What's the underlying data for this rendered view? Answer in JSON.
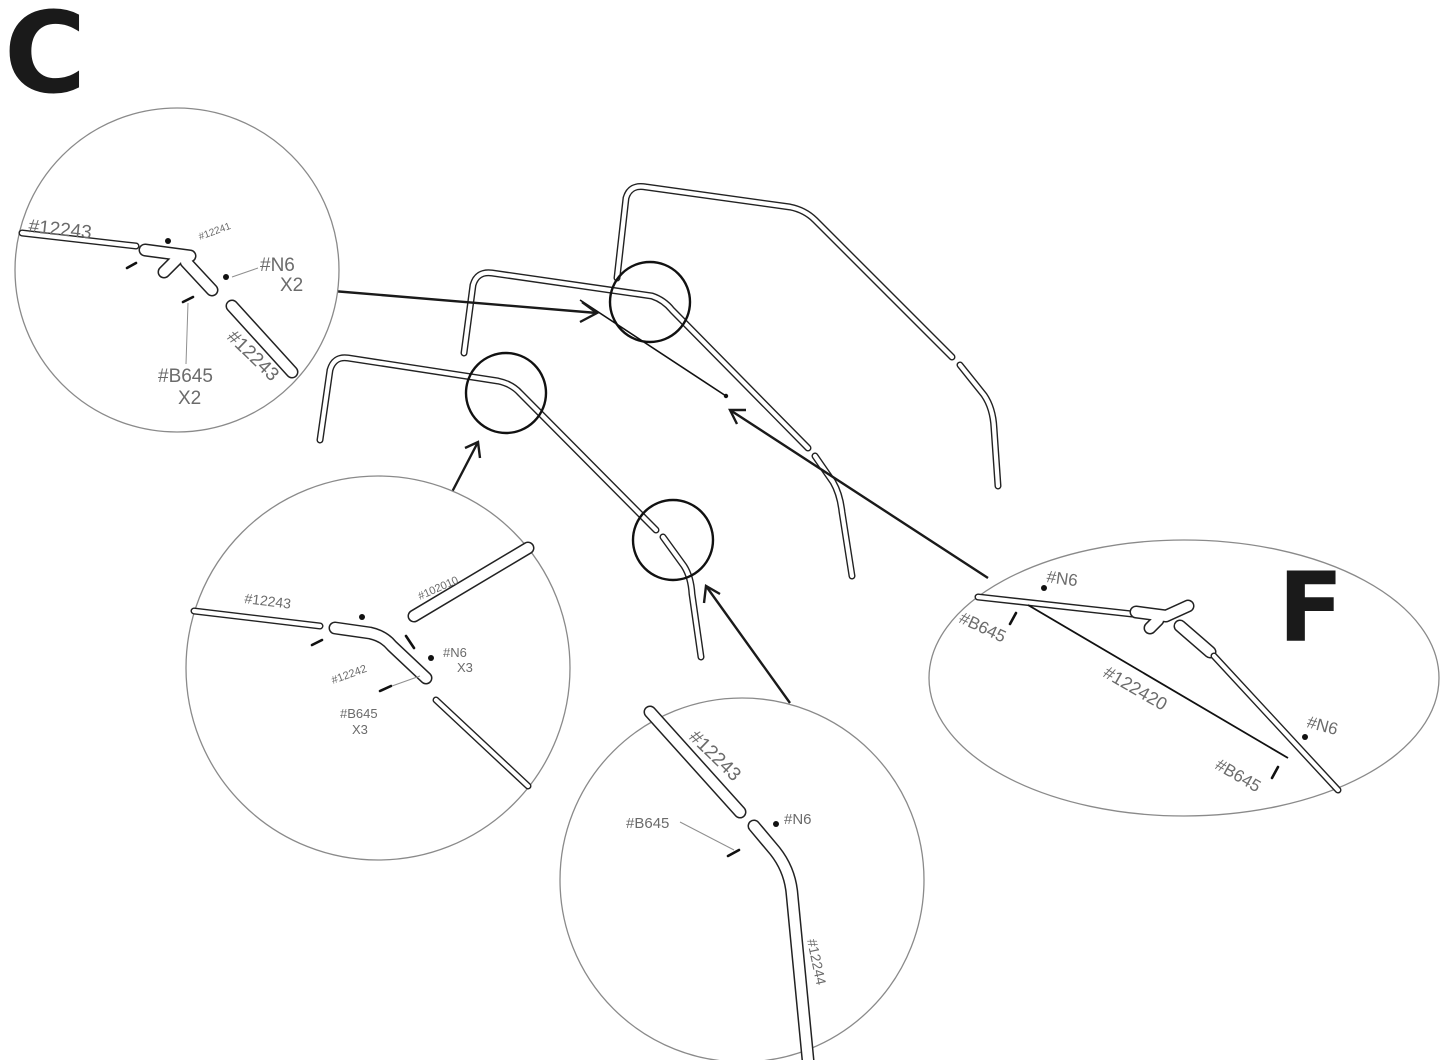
{
  "steps": {
    "main": "C",
    "secondary": "F"
  },
  "details": {
    "top_left": {
      "tube_a": "#12243",
      "tee": "#12241",
      "nut": "#N6",
      "nut_qty": "X2",
      "tube_b": "#12243",
      "bolt": "#B645",
      "bolt_qty": "X2"
    },
    "middle_left": {
      "tube_a": "#12243",
      "tube_b": "#102010",
      "elbow": "#12242",
      "nut": "#N6",
      "nut_qty": "X3",
      "bolt": "#B645",
      "bolt_qty": "X3"
    },
    "bottom": {
      "tube_a": "#12243",
      "bolt": "#B645",
      "nut": "#N6",
      "tube_b": "#12244"
    },
    "right": {
      "nut_top": "#N6",
      "bolt_top": "#B645",
      "brace": "#122420",
      "nut_bottom": "#N6",
      "bolt_bottom": "#B645"
    }
  }
}
